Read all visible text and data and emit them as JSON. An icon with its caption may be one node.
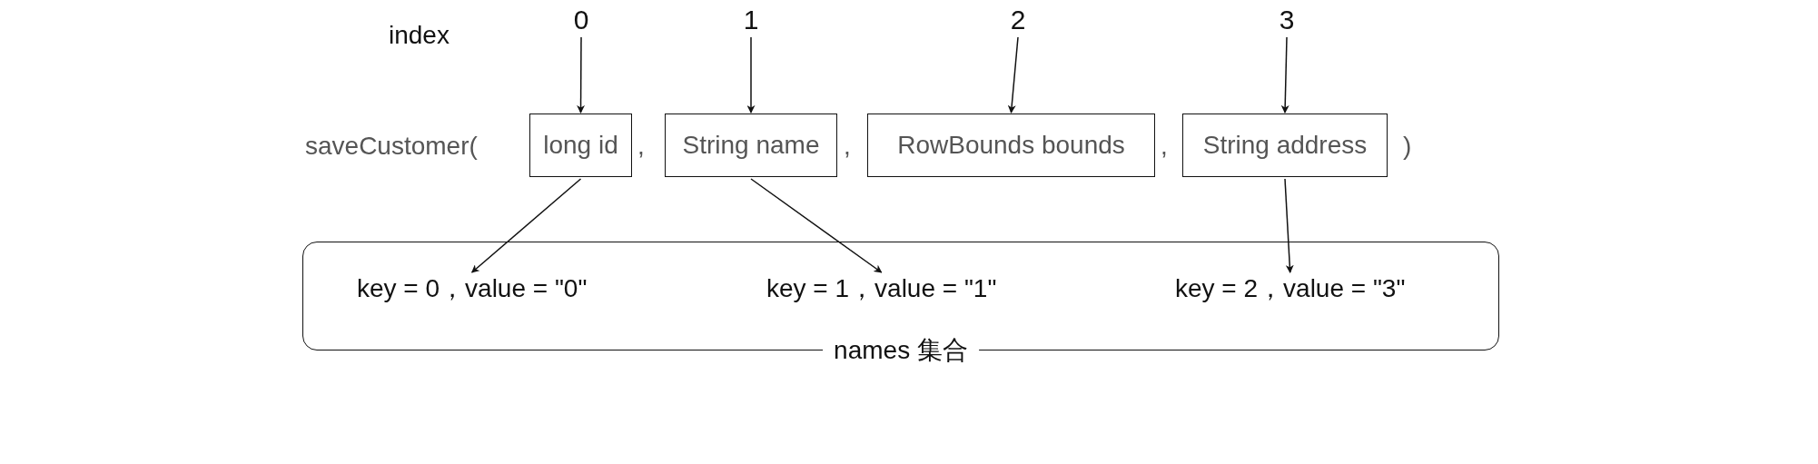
{
  "diagram": {
    "nodes": [
      {
        "text": [
          "0"
        ]
      },
      {
        "text": [
          "1"
        ]
      },
      {
        "text": [
          "2"
        ]
      },
      {
        "text": [
          "3"
        ]
      },
      {
        "text": [
          "long id"
        ]
      },
      {
        "text": [
          "String name"
        ]
      },
      {
        "text": [
          "RowBounds bounds"
        ]
      },
      {
        "text": [
          "String address"
        ]
      },
      {
        "text": [
          "names 集合"
        ]
      },
      {
        "text": [
          "key = 0，value = \"0\""
        ],
        "in": 8
      },
      {
        "text": [
          "key = 1，value = \"1\""
        ],
        "in": 8
      },
      {
        "text": [
          "key = 2，value = \"3\""
        ],
        "in": 8
      }
    ],
    "edges": [
      {
        "from": 0,
        "to": 4,
        "arrow": "to"
      },
      {
        "from": 1,
        "to": 5,
        "arrow": "to"
      },
      {
        "from": 2,
        "to": 6,
        "arrow": "to"
      },
      {
        "from": 3,
        "to": 7,
        "arrow": "to"
      },
      {
        "from": 4,
        "to": 9,
        "arrow": "to"
      },
      {
        "from": 5,
        "to": 10,
        "arrow": "to"
      },
      {
        "from": 7,
        "to": 11,
        "arrow": "to"
      }
    ],
    "labels": [
      "index",
      "saveCustomer(",
      ",",
      ",",
      ",",
      ")"
    ]
  }
}
